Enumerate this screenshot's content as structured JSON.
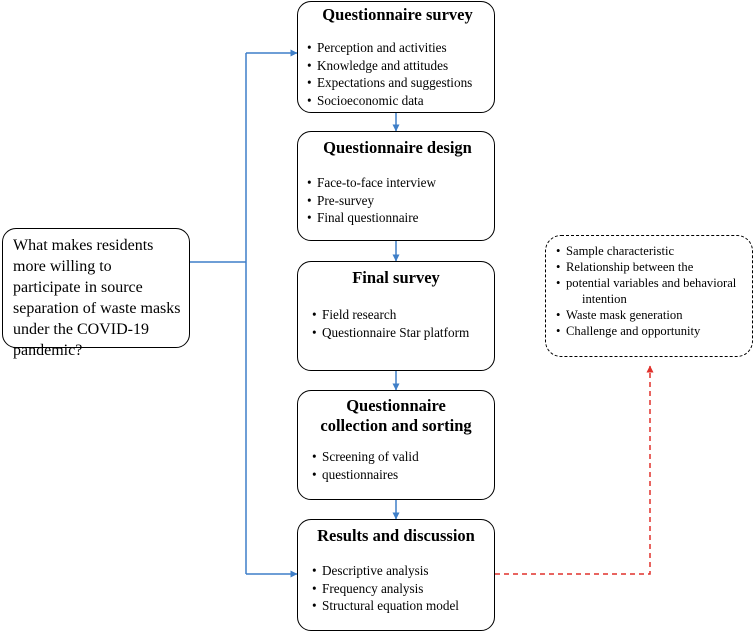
{
  "question": "What makes residents more willing to participate in source separation of waste masks under the COVID-19 pandemic?",
  "steps": [
    {
      "title": "Questionnaire survey",
      "items": [
        "Perception and activities",
        "Knowledge and attitudes",
        "Expectations and suggestions",
        "Socioeconomic data"
      ]
    },
    {
      "title": "Questionnaire design",
      "items": [
        "Face-to-face interview",
        "Pre-survey",
        "Final questionnaire"
      ]
    },
    {
      "title": "Final survey",
      "items": [
        "Field research",
        "Questionnaire Star platform"
      ]
    },
    {
      "title_lines": [
        "Questionnaire",
        "collection and sorting"
      ],
      "items": [
        "Screening of valid",
        "questionnaires"
      ]
    },
    {
      "title": "Results and discussion",
      "items": [
        "Descriptive analysis",
        "Frequency analysis",
        "Structural equation model"
      ]
    }
  ],
  "outcomes": [
    "Sample characteristic",
    "Relationship between the",
    "potential variables and behavioral",
    "intention",
    "Waste mask generation",
    "Challenge and opportunity"
  ],
  "colors": {
    "flow_arrow": "#3f7fc8",
    "feedback_arrow": "#e0312b",
    "border": "#000000"
  }
}
